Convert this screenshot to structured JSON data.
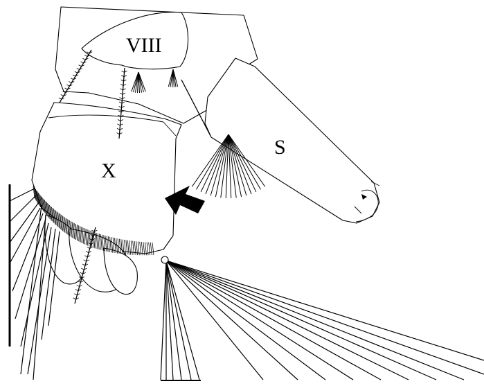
{
  "figure": {
    "labels": {
      "segment_viii": "VIII",
      "segment_x": "X",
      "siphon": "S"
    },
    "colors": {
      "ink": "#000000",
      "paper": "#ffffff"
    }
  }
}
